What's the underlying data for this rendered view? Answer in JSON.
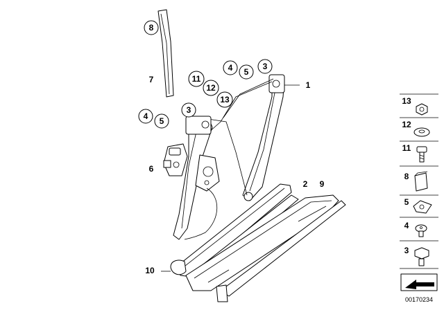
{
  "callouts": {
    "c8": "8",
    "c7": "7",
    "c4a": "4",
    "c5a": "5",
    "c3a": "3",
    "c1": "1",
    "c11": "11",
    "c12": "12",
    "c13": "13",
    "c4b": "4",
    "c5b": "5",
    "c3b": "3",
    "c6": "6",
    "c2": "2",
    "c9": "9",
    "c10": "10"
  },
  "legend": {
    "items": [
      {
        "label": "13",
        "icon": "nut-icon"
      },
      {
        "label": "12",
        "icon": "washer-icon"
      },
      {
        "label": "11",
        "icon": "bolt-icon"
      },
      {
        "label": "8",
        "icon": "foam-pad-icon"
      },
      {
        "label": "5",
        "icon": "clip-nut-icon"
      },
      {
        "label": "4",
        "icon": "rivet-icon"
      },
      {
        "label": "3",
        "icon": "screw-icon"
      }
    ],
    "code": "00170234"
  }
}
